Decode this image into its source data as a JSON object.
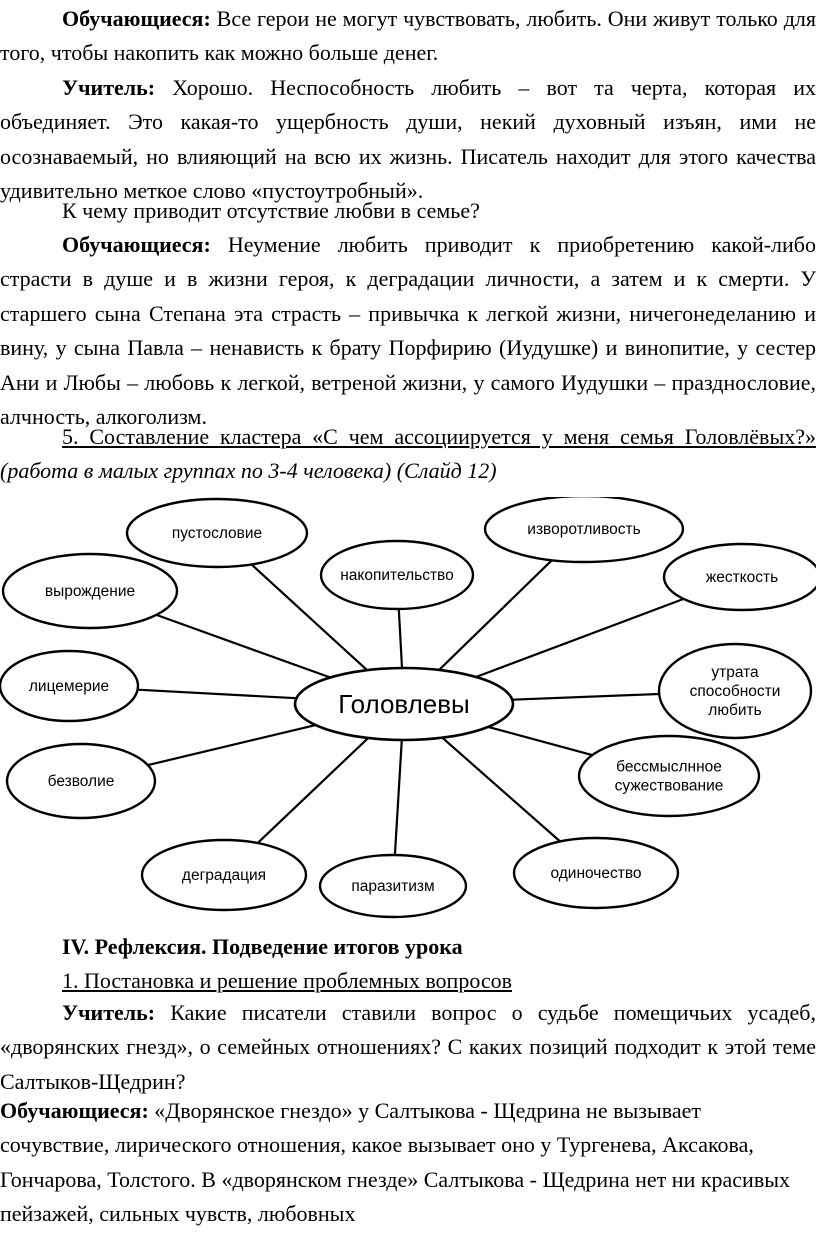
{
  "p1": {
    "speaker": "Обучающиеся:",
    "text": " Все герои не могут чувствовать, любить. Они живут только для того, чтобы накопить как можно больше денег."
  },
  "p2": {
    "speaker": "Учитель:",
    "text": " Хорошо. Неспособность любить – вот та черта, которая их объединяет. Это какая-то ущербность души, некий духовный изъян, ими не осознаваемый, но влияющий на всю их жизнь. Писатель находит для этого качества удивительно меткое слово «пустоутробный»."
  },
  "p3": {
    "text": "К чему приводит отсутствие любви в семье?"
  },
  "p4": {
    "speaker": "Обучающиеся:",
    "text": " Неумение любить приводит к приобретению какой-либо страсти в душе и в жизни героя, к деградации личности, а затем и к смерти. У старшего сына Степана эта страсть – привычка к легкой жизни, ничегонеделанию и вину, у сына Павла – ненависть к брату Порфирию (Иудушке) и винопитие, у сестер Ани и Любы – любовь к легкой, ветреной жизни, у самого Иудушки – празднословие, алчность, алкоголизм."
  },
  "p5": {
    "underlined": "5. Составление кластера «С чем ассоциируется у меня семья Головлёвых?»",
    "italic": " (работа в малых группах по 3-4 человека) (Слайд 12)"
  },
  "cluster": {
    "center": "Головлевы",
    "nodes": [
      {
        "id": "pustoslovie",
        "lines": [
          "пустословие"
        ]
      },
      {
        "id": "izvorotlivost",
        "lines": [
          "изворотливость"
        ]
      },
      {
        "id": "nakopitelstvo",
        "lines": [
          "накопительство"
        ]
      },
      {
        "id": "vyrozhdenie",
        "lines": [
          "вырождение"
        ]
      },
      {
        "id": "zhestkost",
        "lines": [
          "жесткость"
        ]
      },
      {
        "id": "licemerie",
        "lines": [
          "лицемерие"
        ]
      },
      {
        "id": "utrata",
        "lines": [
          "утрата",
          "способности",
          "любить"
        ]
      },
      {
        "id": "bezvolie",
        "lines": [
          "безволие"
        ]
      },
      {
        "id": "bessmyslennoe",
        "lines": [
          "бессмыслнное",
          "сужествование"
        ]
      },
      {
        "id": "degradaciya",
        "lines": [
          "деградация"
        ]
      },
      {
        "id": "parazitizm",
        "lines": [
          "паразитизм"
        ]
      },
      {
        "id": "odinochestvo",
        "lines": [
          "одиночество"
        ]
      }
    ]
  },
  "section4": {
    "title": "IV. Рефлексия. Подведение итогов урока"
  },
  "sub1": {
    "title": "1. Постановка и решение проблемных вопросов"
  },
  "p6": {
    "speaker": "Учитель:",
    "text": " Какие писатели ставили вопрос о судьбе помещичьих усадеб, «дворянских гнезд», о семейных отношениях? С каких позиций подходит к этой теме Салтыков-Щедрин?"
  },
  "p7": {
    "speaker": "Обучающиеся:",
    "text": " «Дворянское гнездо» у Салтыкова - Щедрина не вызывает сочувствие, лирического отношения, какое вызывает оно у Тургенева, Аксакова, Гончарова, Толстого. В «дворянском гнезде» Салтыкова - Щедрина нет ни красивых пейзажей, сильных чувств, любовных"
  }
}
